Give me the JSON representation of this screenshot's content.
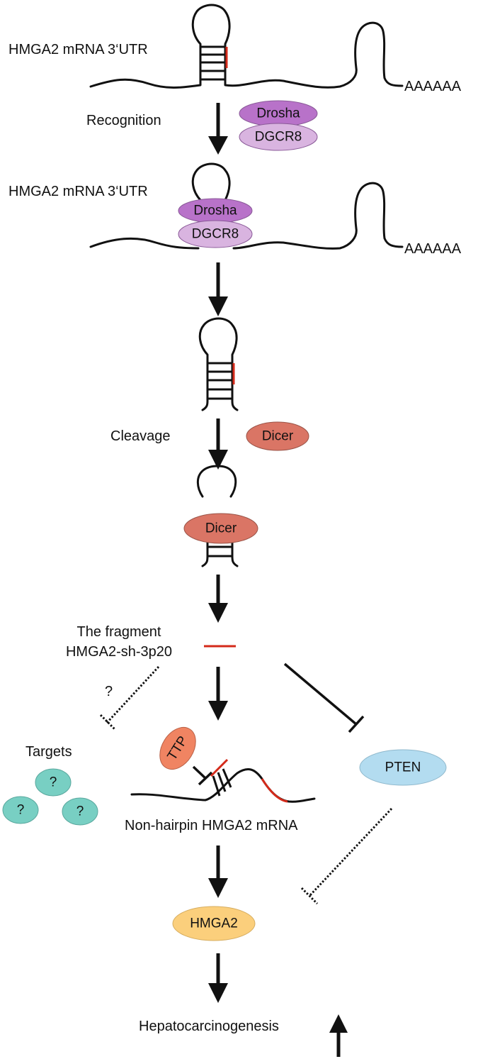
{
  "labels": {
    "utr_1": "HMGA2 mRNA 3‘UTR",
    "utr_2": "HMGA2 mRNA 3‘UTR",
    "polyA_1": "AAAAAA",
    "polyA_2": "AAAAAA",
    "recognition": "Recognition",
    "cleavage": "Cleavage",
    "fragment_line1": "The fragment",
    "fragment_line2": "HMGA2-sh-3p20",
    "question": "?",
    "targets": "Targets",
    "non_hairpin": "Non-hairpin HMGA2 mRNA",
    "hepato": "Hepatocarcinogenesis"
  },
  "nodes": {
    "drosha": "Drosha",
    "dgcr8": "DGCR8",
    "dicer": "Dicer",
    "ttp": "TTP",
    "pten": "PTEN",
    "hmga2": "HMGA2",
    "target_q": "?"
  },
  "colors": {
    "drosha": "#b872c9",
    "dgcr8": "#d9b4e0",
    "dicer": "#da7565",
    "ttp": "#f08462",
    "pten": "#b3dcf0",
    "hmga2": "#fbcf7c",
    "targets": "#78cfc3",
    "fragment": "#d42a1a"
  }
}
